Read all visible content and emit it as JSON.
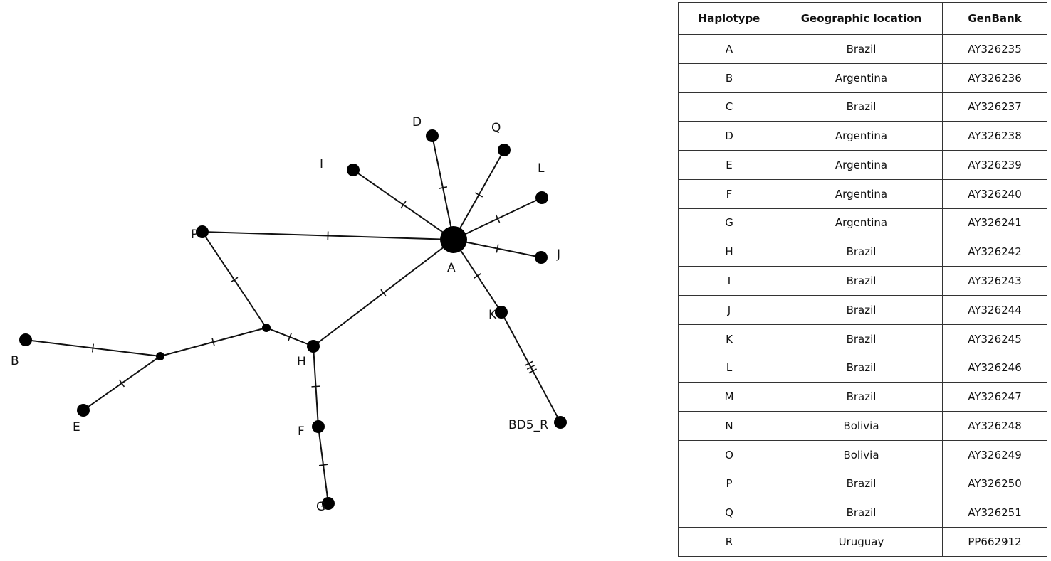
{
  "network": {
    "nodes": [
      {
        "id": "A",
        "label": "A"
      },
      {
        "id": "B",
        "label": "B"
      },
      {
        "id": "D",
        "label": "D"
      },
      {
        "id": "E",
        "label": "E"
      },
      {
        "id": "F",
        "label": "F"
      },
      {
        "id": "G",
        "label": "G"
      },
      {
        "id": "H",
        "label": "H"
      },
      {
        "id": "I",
        "label": "I"
      },
      {
        "id": "J",
        "label": "J"
      },
      {
        "id": "K",
        "label": "K"
      },
      {
        "id": "L",
        "label": "L"
      },
      {
        "id": "P",
        "label": "P"
      },
      {
        "id": "Q",
        "label": "Q"
      },
      {
        "id": "BD5_R",
        "label": "BD5_R"
      },
      {
        "id": "mv1",
        "label": ""
      },
      {
        "id": "mv2",
        "label": ""
      }
    ],
    "edges": [
      {
        "from": "A",
        "to": "I",
        "mutations": 1
      },
      {
        "from": "A",
        "to": "D",
        "mutations": 1
      },
      {
        "from": "A",
        "to": "Q",
        "mutations": 1
      },
      {
        "from": "A",
        "to": "L",
        "mutations": 1
      },
      {
        "from": "A",
        "to": "J",
        "mutations": 1
      },
      {
        "from": "A",
        "to": "P",
        "mutations": 1
      },
      {
        "from": "A",
        "to": "K",
        "mutations": 1
      },
      {
        "from": "A",
        "to": "H",
        "mutations": 1
      },
      {
        "from": "K",
        "to": "BD5_R",
        "mutations": 3
      },
      {
        "from": "P",
        "to": "mv1",
        "mutations": 1
      },
      {
        "from": "mv1",
        "to": "H",
        "mutations": 1
      },
      {
        "from": "mv1",
        "to": "mv2",
        "mutations": 1
      },
      {
        "from": "mv2",
        "to": "B",
        "mutations": 1
      },
      {
        "from": "mv2",
        "to": "E",
        "mutations": 1
      },
      {
        "from": "H",
        "to": "F",
        "mutations": 1
      },
      {
        "from": "F",
        "to": "G",
        "mutations": 1
      }
    ]
  },
  "table": {
    "headers": [
      "Haplotype",
      "Geographic location",
      "GenBank"
    ],
    "rows": [
      [
        "A",
        "Brazil",
        "AY326235"
      ],
      [
        "B",
        "Argentina",
        "AY326236"
      ],
      [
        "C",
        "Brazil",
        "AY326237"
      ],
      [
        "D",
        "Argentina",
        "AY326238"
      ],
      [
        "E",
        "Argentina",
        "AY326239"
      ],
      [
        "F",
        "Argentina",
        "AY326240"
      ],
      [
        "G",
        "Argentina",
        "AY326241"
      ],
      [
        "H",
        "Brazil",
        "AY326242"
      ],
      [
        "I",
        "Brazil",
        "AY326243"
      ],
      [
        "J",
        "Brazil",
        "AY326244"
      ],
      [
        "K",
        "Brazil",
        "AY326245"
      ],
      [
        "L",
        "Brazil",
        "AY326246"
      ],
      [
        "M",
        "Brazil",
        "AY326247"
      ],
      [
        "N",
        "Bolivia",
        "AY326248"
      ],
      [
        "O",
        "Bolivia",
        "AY326249"
      ],
      [
        "P",
        "Brazil",
        "AY326250"
      ],
      [
        "Q",
        "Brazil",
        "AY326251"
      ],
      [
        "R",
        "Uruguay",
        "PP662912"
      ]
    ]
  }
}
